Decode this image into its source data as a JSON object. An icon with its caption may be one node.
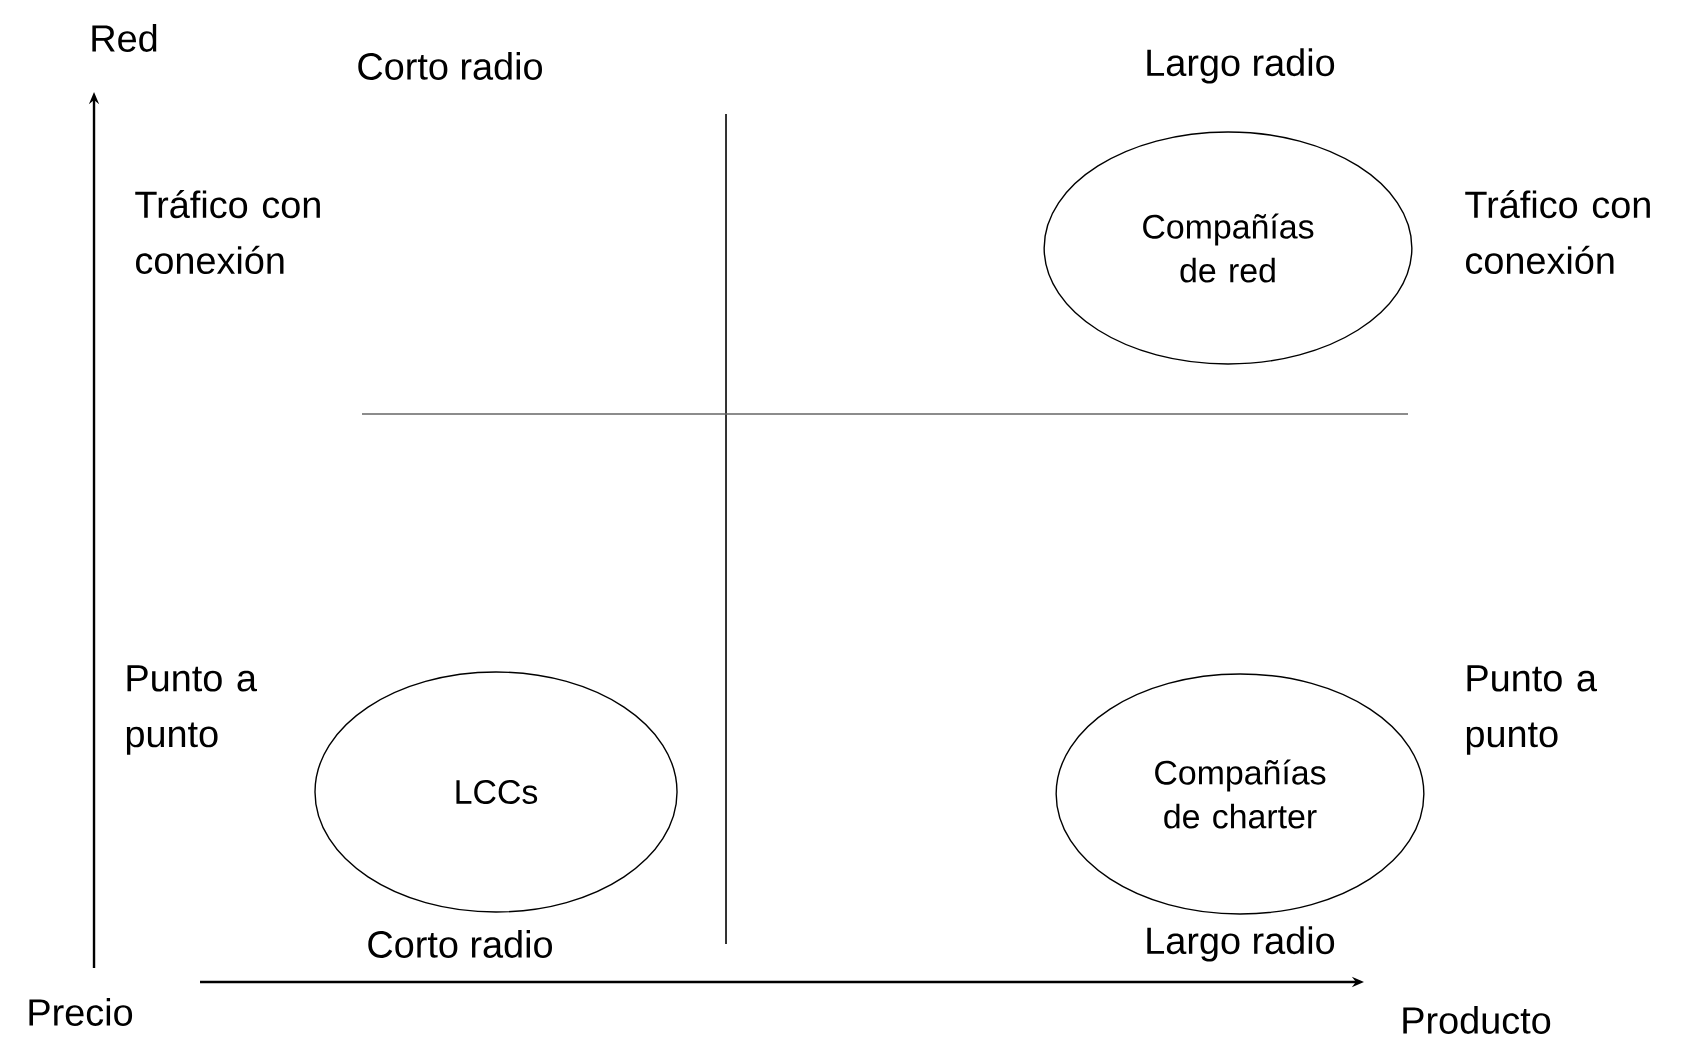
{
  "diagram": {
    "nodes": [
      {
        "text": [
          "Compañías de red"
        ]
      },
      {
        "text": [
          "LCCs"
        ]
      },
      {
        "text": [
          "Compañías de charter"
        ]
      }
    ],
    "labels": [
      "Red",
      "Corto radio",
      "Largo radio",
      "Tráfico con conexión",
      "Tráfico con conexión",
      "Punto a punto",
      "Punto a punto",
      "Corto radio",
      "Largo radio",
      "Precio",
      "Producto"
    ]
  }
}
